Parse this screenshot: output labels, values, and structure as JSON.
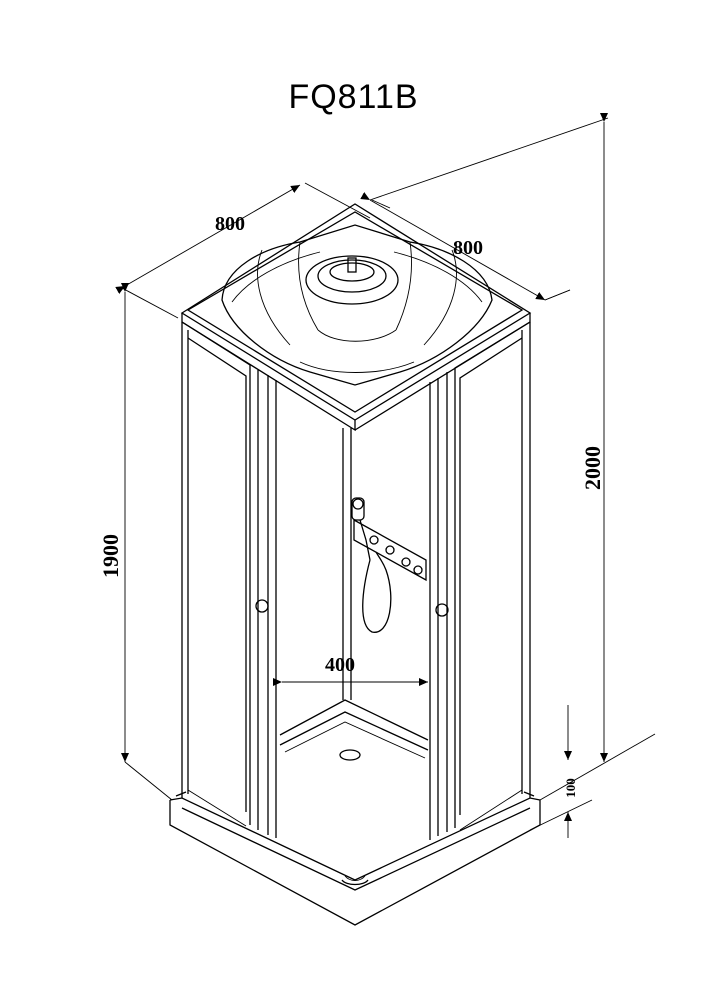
{
  "title": "FQ811B",
  "dimensions": {
    "width_left": "800",
    "width_right": "800",
    "height_total": "2000",
    "height_cabin": "1900",
    "tray_height": "100",
    "inner_width": "400"
  }
}
